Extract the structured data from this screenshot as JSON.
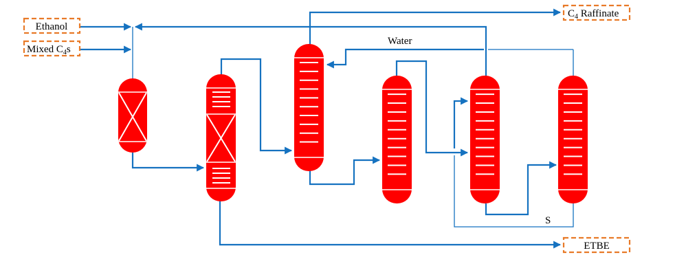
{
  "diagram": {
    "title": "ETBE reactive distillation process flow diagram",
    "colors": {
      "vessel_fill": "#ff0000",
      "stream": "#1572c0",
      "tag_border": "#e87a28",
      "internals": "#ffffff"
    },
    "feeds": [
      {
        "id": "ethanol",
        "label": "Ethanol"
      },
      {
        "id": "mixed-c4s",
        "label_main": "Mixed C",
        "label_sub": "4",
        "label_tail": "s"
      }
    ],
    "products": [
      {
        "id": "c4-raffinate",
        "label_main": "C",
        "label_sub": "4",
        "label_tail": " Raffinate"
      },
      {
        "id": "etbe",
        "label": "ETBE"
      }
    ],
    "stream_labels": {
      "water": "Water",
      "solvent": "S"
    },
    "units": [
      {
        "id": "pre-reactor",
        "type": "packed reactor"
      },
      {
        "id": "reactive-distillation-column",
        "type": "reactive distillation column",
        "rectifying_trays": 4,
        "stripping_trays": 4
      },
      {
        "id": "water-wash-column",
        "type": "tray column",
        "trays": 10
      },
      {
        "id": "ethanol-recovery-column",
        "type": "tray column",
        "trays": 10
      },
      {
        "id": "extractive-distillation-column",
        "type": "tray column",
        "trays": 10
      },
      {
        "id": "solvent-recovery-column",
        "type": "tray column",
        "trays": 10
      }
    ]
  }
}
